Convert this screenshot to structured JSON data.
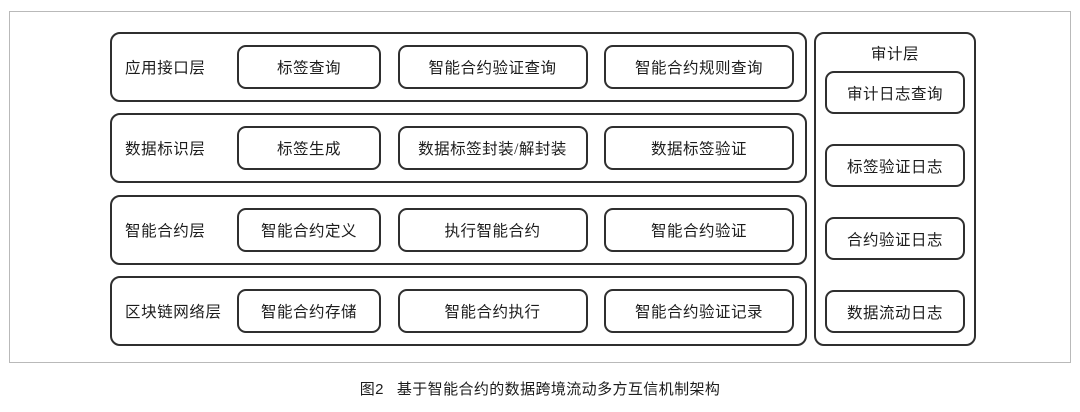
{
  "figure": {
    "caption_number": "图2",
    "caption_text": "基于智能合约的数据跨境流动多方互信机制架构",
    "border_color": "#b9b9b9",
    "box_border_color": "#2f2f2f",
    "background_color": "#ffffff"
  },
  "layers": [
    {
      "label": "应用接口层",
      "cells": [
        "标签查询",
        "智能合约验证查询",
        "智能合约规则查询"
      ]
    },
    {
      "label": "数据标识层",
      "cells": [
        "标签生成",
        "数据标签封装/解封装",
        "数据标签验证"
      ]
    },
    {
      "label": "智能合约层",
      "cells": [
        "智能合约定义",
        "执行智能合约",
        "智能合约验证"
      ]
    },
    {
      "label": "区块链网络层",
      "cells": [
        "智能合约存储",
        "智能合约执行",
        "智能合约验证记录"
      ]
    }
  ],
  "audit": {
    "title": "审计层",
    "items": [
      "审计日志查询",
      "标签验证日志",
      "合约验证日志",
      "数据流动日志"
    ]
  }
}
